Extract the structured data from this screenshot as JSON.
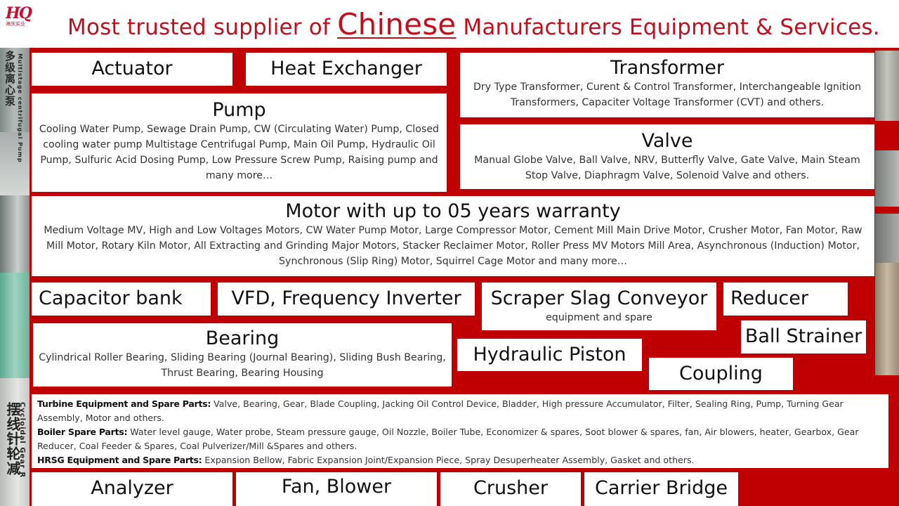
{
  "logo": {
    "mark": "HQ",
    "subtitle": "海庆实业"
  },
  "title": {
    "before": "Most trusted supplier of ",
    "highlight": "Chinese",
    "after": " Manufacturers  Equipment  &  Services."
  },
  "side_plates": {
    "left_top": "多级离心泵",
    "left_top_en": "Multistage centrifugal Pump",
    "left_bottom": "摆线针轮减",
    "left_bottom_en": "Cycloidal Gear R"
  },
  "categories": {
    "actuator": {
      "title": "Actuator"
    },
    "heat_exchanger": {
      "title": "Heat Exchanger"
    },
    "transformer": {
      "title": "Transformer",
      "desc": "Dry Type Transformer, Curent & Control Transformer, Interchangeable Ignition Transformers, Capaciter Voltage Transformer (CVT) and others."
    },
    "pump": {
      "title": "Pump",
      "desc": "Cooling Water Pump, Sewage Drain Pump, CW (Circulating Water) Pump, Closed cooling water pump Multistage Centrifugal Pump, Main Oil Pump, Hydraulic Oil Pump, Sulfuric Acid Dosing Pump, Low Pressure Screw Pump, Raising pump and many more…"
    },
    "valve": {
      "title": "Valve",
      "desc": "Manual Globe Valve, Ball Valve, NRV, Butterfly Valve, Gate Valve, Main Steam Stop Valve, Diaphragm Valve, Solenoid Valve and others."
    },
    "motor": {
      "title": "Motor with up to 05 years warranty",
      "desc": "Medium Voltage MV, High and Low Voltages Motors, CW Water Pump Motor, Large Compressor Motor, Cement Mill Main Drive Motor, Crusher Motor, Fan Motor, Raw Mill Motor, Rotary Kiln Motor, All Extracting and Grinding Major Motors, Stacker Reclaimer Motor, Roller Press MV Motors Mill Area, Asynchronous (Induction) Motor, Synchronous (Slip Ring) Motor, Squirrel Cage Motor and many more…"
    },
    "capacitor_bank": {
      "title": "Capacitor bank"
    },
    "vfd": {
      "title": "VFD, Frequency Inverter"
    },
    "scraper": {
      "title": "Scraper Slag Conveyor",
      "desc": "equipment and spare"
    },
    "reducer": {
      "title": "Reducer"
    },
    "bearing": {
      "title": "Bearing",
      "desc": "Cylindrical Roller Bearing, Sliding Bearing (Journal Bearing), Sliding Bush Bearing, Thrust Bearing, Bearing Housing"
    },
    "hydraulic_piston": {
      "title": "Hydraulic Piston"
    },
    "ball_strainer": {
      "title": "Ball Strainer"
    },
    "coupling": {
      "title": "Coupling"
    },
    "analyzer": {
      "title": "Analyzer"
    },
    "fan_blower": {
      "title": "Fan, Blower"
    },
    "crusher": {
      "title": "Crusher"
    },
    "carrier_bridge": {
      "title": "Carrier Bridge"
    }
  },
  "spare_parts": [
    {
      "label": "Turbine Equipment and Spare Parts:",
      "text": " Valve, Bearing,  Gear, Blade Coupling, Jacking Oil Control Device, Bladder, High pressure Accumulator, Filter, Sealing Ring, Pump, Turning Gear Assembly, Motor and others."
    },
    {
      "label": "Boiler Spare Parts:",
      "text": " Water level gauge, Water probe, Steam pressure gauge, Oil Nozzle, Boiler Tube, Economizer & spares, Soot blower & spares, fan, Air blowers, heater, Gearbox, Gear Reducer, Coal Feeder & Spares, Coal Pulverizer/Mill &Spares and others."
    },
    {
      "label": "HRSG Equipment and Spare Parts:",
      "text": " Expansion Bellow, Fabric Expansion Joint/Expansion Piece, Spray Desuperheater Assembly, Gasket and others."
    }
  ],
  "colors": {
    "brand_red": "#c00000",
    "title_red": "#c0101e",
    "box_bg": "#ffffff"
  }
}
